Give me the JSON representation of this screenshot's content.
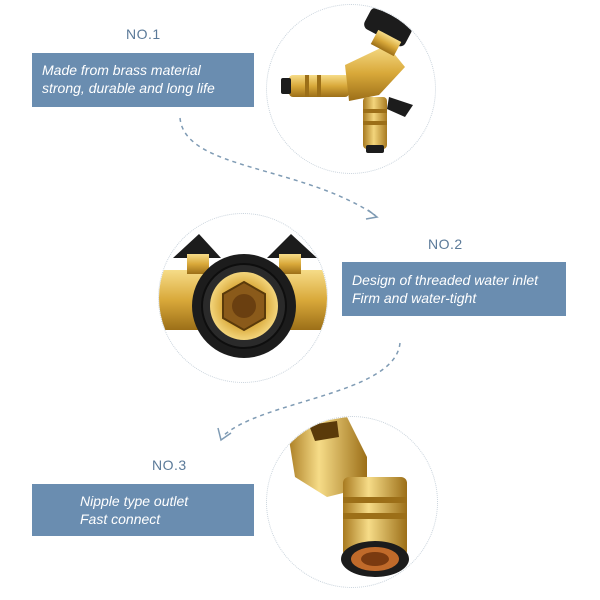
{
  "features": [
    {
      "heading": "NO.1",
      "lines": [
        "Made from brass material",
        "strong, durable and long life"
      ],
      "product_image": "y-splitter-valve-brass"
    },
    {
      "heading": "NO.2",
      "lines": [
        "Design of threaded water inlet",
        "Firm and water-tight"
      ],
      "product_image": "threaded-inlet-brass"
    },
    {
      "heading": "NO.3",
      "lines": [
        "Nipple type outlet",
        "Fast connect"
      ],
      "product_image": "nipple-outlet-brass"
    }
  ],
  "colors": {
    "box": "#6a8db0",
    "heading": "#5b7a99",
    "brass": "#d9a93a",
    "rubber": "#1c1c1c",
    "dashed_arrow": "#7f9bb4"
  }
}
